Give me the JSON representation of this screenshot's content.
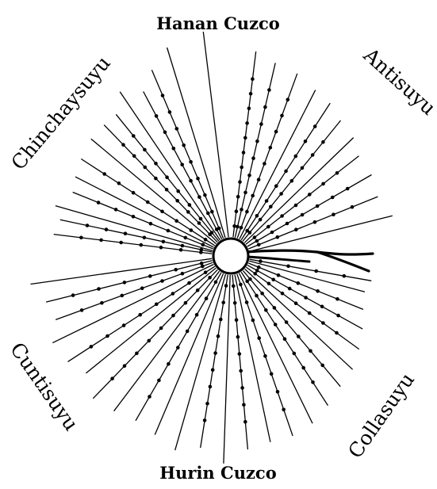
{
  "diagram": {
    "colors": {
      "ink": "#000000",
      "background": "#ffffff"
    },
    "labels": {
      "top": "Hanan Cuzco",
      "bottom": "Hurin Cuzco",
      "upper_left": "Chinchaysuyu",
      "upper_right": "Antisuyu",
      "lower_left": "Cuntisuyu",
      "lower_right": "Collasuyu"
    },
    "center_icon": "cuzco-center-circle",
    "river_icon": "river-branch",
    "ceque_line_count": 41
  }
}
